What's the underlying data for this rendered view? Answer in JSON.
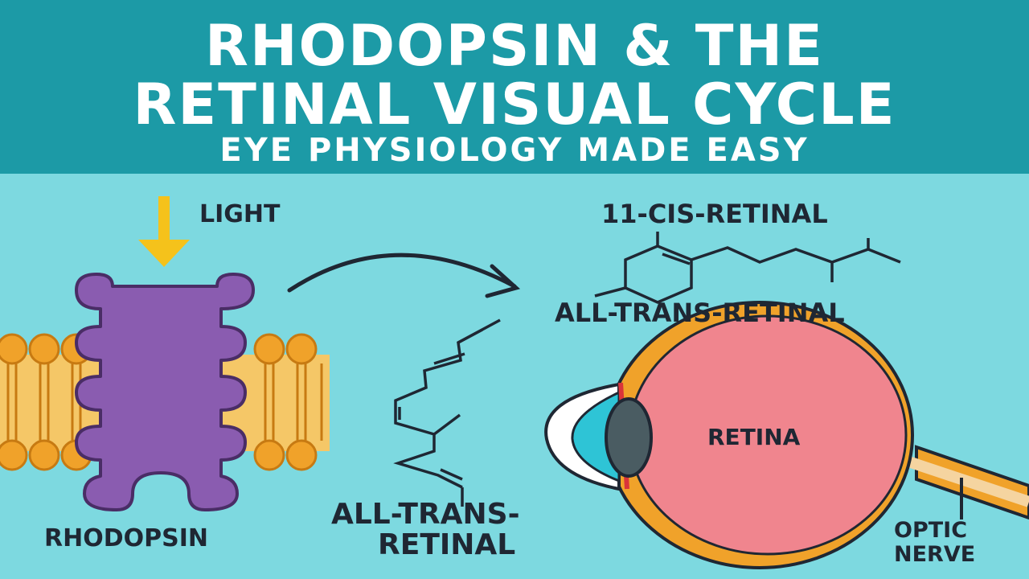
{
  "header": {
    "title_line1": "RHODOPSIN & THE",
    "title_line2": "RETINAL VISUAL CYCLE",
    "subtitle": "EYE PHYSIOLOGY MADE EASY"
  },
  "labels": {
    "light": "LIGHT",
    "cis_retinal": "11-CIS-RETINAL",
    "all_trans_top": "ALL-TRANS-RETINAL",
    "all_trans_bottom_line1": "ALL-TRANS-",
    "all_trans_bottom_line2": "RETINAL",
    "rhodopsin": "RHODOPSIN",
    "retina": "RETINA",
    "optic_line1": "OPTIC",
    "optic_line2": "NERVE"
  },
  "colors": {
    "header_bg": "#1c9aa6",
    "body_bg": "#7dd9e0",
    "rhodopsin": "#8a5cb0",
    "membrane": "#f0a22a",
    "light_arrow": "#f5c21b",
    "retina": "#f0858e",
    "eye_wall": "#f0a22a"
  },
  "icons": [
    "light-arrow-icon",
    "cycle-arrow-icon"
  ]
}
